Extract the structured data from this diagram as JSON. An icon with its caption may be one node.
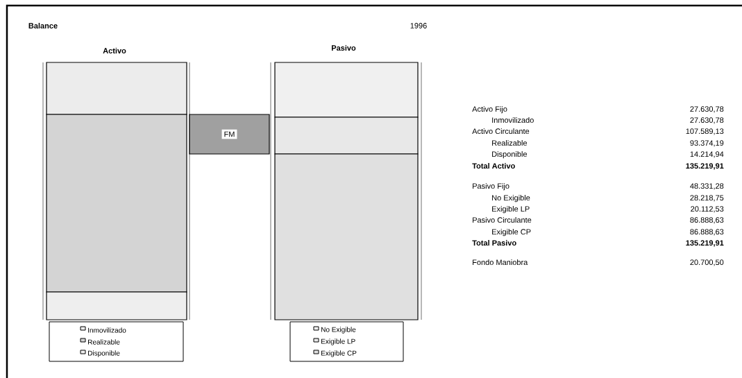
{
  "diagram": {
    "title": "Balance",
    "nodes": [
      {
        "text": [],
        "shape": "bar"
      },
      {
        "text": [],
        "shape": "bar"
      },
      {
        "text": [],
        "shape": "bar"
      },
      {
        "text": [
          "FM"
        ]
      },
      {
        "text": [],
        "shape": "bar"
      },
      {
        "text": [],
        "shape": "bar"
      },
      {
        "text": [],
        "shape": "bar"
      }
    ],
    "labels": [
      "1996",
      "Activo",
      "Pasivo",
      "Activo Fijo",
      "27.630,78",
      "Inmovilizado",
      "27.630,78",
      "Activo Circulante",
      "107.589,13",
      "Realizable",
      "93.374,19",
      "Disponible",
      "14.214,94",
      "Total Activo",
      "135.219,91",
      "Pasivo Fijo",
      "48.331,28",
      "No Exigible",
      "28.218,75",
      "Exigible LP",
      "20.112,53",
      "Pasivo Circulante",
      "86.888,63",
      "Exigible CP",
      "86.888,63",
      "Total Pasivo",
      "135.219,91",
      "Fondo Maniobra",
      "20.700,50"
    ],
    "legend": [
      {
        "text": "Inmovilizado",
        "color": "#ececec"
      },
      {
        "text": "Realizable",
        "color": "#d4d4d4"
      },
      {
        "text": "Disponible",
        "color": "#eeeeee"
      },
      {
        "text": "No Exigible",
        "color": "#f0f0f0"
      },
      {
        "text": "Exigible LP",
        "color": "#e8e8e8"
      },
      {
        "text": "Exigible CP",
        "color": "#e0e0e0"
      }
    ]
  }
}
